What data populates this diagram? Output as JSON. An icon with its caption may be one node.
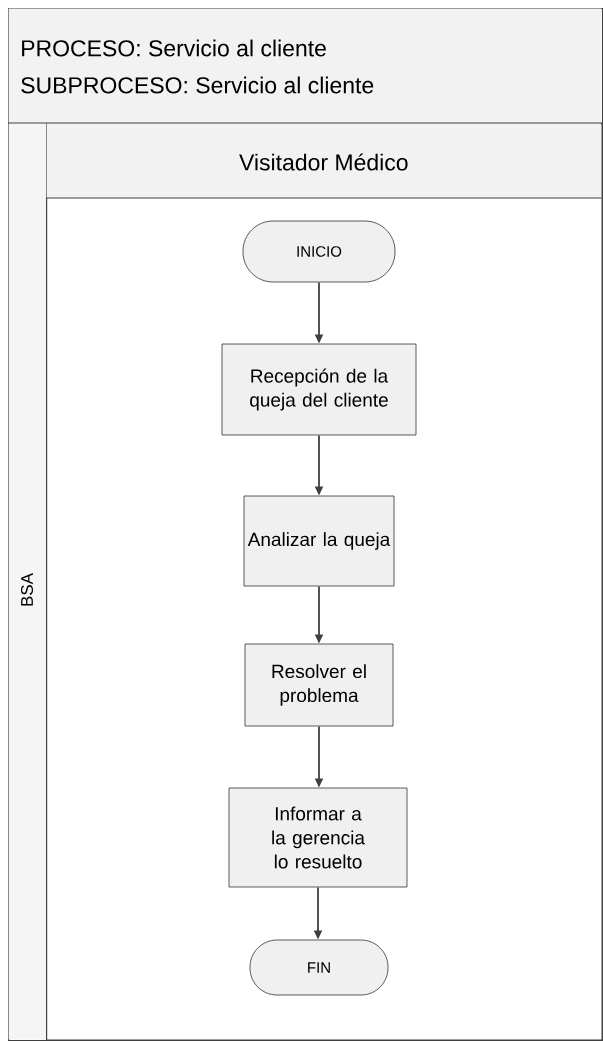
{
  "diagram": {
    "nodes": [
      {
        "text": [
          "PROCESO: Servicio al cliente",
          "SUBPROCESO: Servicio al cliente"
        ]
      },
      {
        "text": [
          "BSA"
        ],
        "in": 0
      },
      {
        "text": [
          "Visitador Médico"
        ],
        "in": 1
      },
      {
        "text": [
          "INICIO"
        ],
        "in": 2
      },
      {
        "text": [
          "Recepción de la queja del cliente"
        ],
        "in": 2
      },
      {
        "text": [
          "Analizar la queja"
        ],
        "in": 2
      },
      {
        "text": [
          "Resolver el problema"
        ],
        "in": 2
      },
      {
        "text": [
          "Informar a la gerencia lo resuelto"
        ],
        "in": 2
      },
      {
        "text": [
          "FIN"
        ],
        "in": 2
      }
    ],
    "edges": [
      {
        "from": 3,
        "to": 4,
        "arrow": "to"
      },
      {
        "from": 4,
        "to": 5,
        "arrow": "to"
      },
      {
        "from": 5,
        "to": 6,
        "arrow": "to"
      },
      {
        "from": 6,
        "to": 7,
        "arrow": "to"
      },
      {
        "from": 7,
        "to": 8,
        "arrow": "to"
      }
    ]
  }
}
